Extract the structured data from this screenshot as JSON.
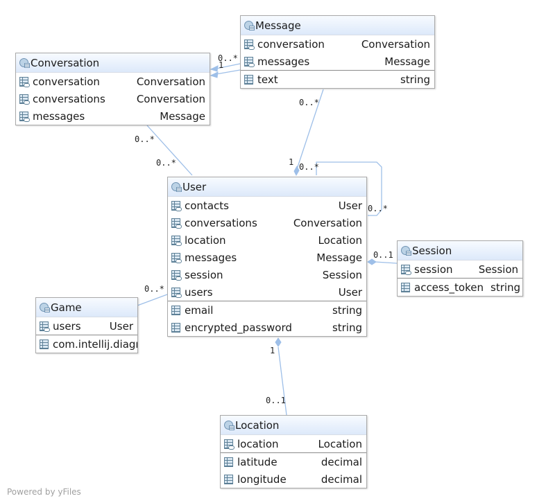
{
  "nodes": {
    "message": {
      "title": "Message",
      "fields": [
        {
          "name": "conversation",
          "type": "Conversation"
        },
        {
          "name": "messages",
          "type": "Message"
        }
      ],
      "attributes": [
        {
          "name": "text",
          "type": "string"
        }
      ]
    },
    "conversation": {
      "title": "Conversation",
      "fields": [
        {
          "name": "conversation",
          "type": "Conversation"
        },
        {
          "name": "conversations",
          "type": "Conversation"
        },
        {
          "name": "messages",
          "type": "Message"
        }
      ]
    },
    "user": {
      "title": "User",
      "fields": [
        {
          "name": "contacts",
          "type": "User"
        },
        {
          "name": "conversations",
          "type": "Conversation"
        },
        {
          "name": "location",
          "type": "Location"
        },
        {
          "name": "messages",
          "type": "Message"
        },
        {
          "name": "session",
          "type": "Session"
        },
        {
          "name": "users",
          "type": "User"
        }
      ],
      "attributes": [
        {
          "name": "email",
          "type": "string"
        },
        {
          "name": "encrypted_password",
          "type": "string"
        }
      ]
    },
    "session": {
      "title": "Session",
      "fields": [
        {
          "name": "session",
          "type": "Session"
        }
      ],
      "attributes": [
        {
          "name": "access_token",
          "type": "string"
        }
      ]
    },
    "game": {
      "title": "Game",
      "fields": [
        {
          "name": "users",
          "type": "User"
        }
      ],
      "attributes": [
        {
          "name": "com.intellij.diagra",
          "type": ""
        }
      ]
    },
    "location": {
      "title": "Location",
      "fields": [
        {
          "name": "location",
          "type": "Location"
        }
      ],
      "attributes": [
        {
          "name": "latitude",
          "type": "decimal"
        },
        {
          "name": "longitude",
          "type": "decimal"
        }
      ]
    }
  },
  "edge_labels": {
    "message_conversation_a": "0..*",
    "message_conversation_b": "1",
    "message_user_top": "0..*",
    "message_user_bottom": "1",
    "conversation_user_top": "0..*",
    "conversation_user_bottom": "0..*",
    "user_self_top": "0..*",
    "user_self_right": "0..*",
    "user_session_a": "0",
    "user_session_b": "..1",
    "game_user": "0..*",
    "user_location_top": "1",
    "user_location_bottom": "0..1"
  },
  "watermark": "Powered by yFiles",
  "colors": {
    "edge": "#9ebfe8",
    "header_top": "#f8fbff",
    "header_bottom": "#dde9fa",
    "border": "#a9a9a9"
  }
}
